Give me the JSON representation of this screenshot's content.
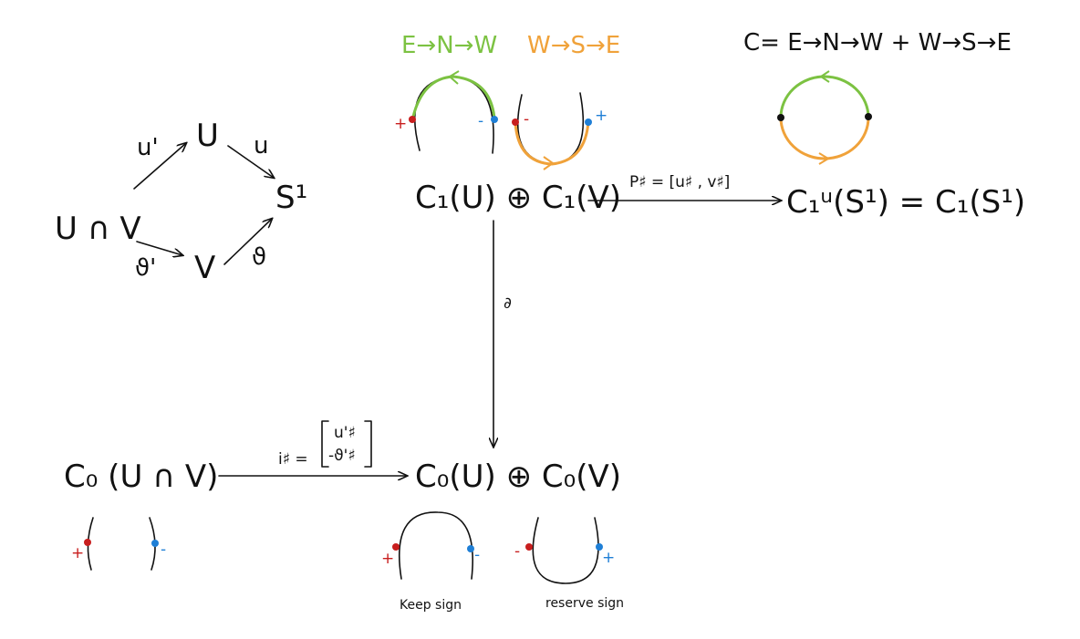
{
  "diagram": {
    "left": {
      "intersection": "U ∩ V",
      "U": "U",
      "V": "V",
      "circle": "S¹",
      "map_u_prime": "u'",
      "map_v_prime": "ϑ'",
      "map_u": "u",
      "map_v": "ϑ"
    },
    "top": {
      "legend_green": "E→N→W",
      "legend_orange": "W→S→E",
      "legend_cycle": "C= E→N→W + W→S→E",
      "c1_sum": "C₁(U) ⊕ C₁(V)",
      "push_label": "P♯ = [u♯ , v♯]",
      "target": "C₁ᵘ(S¹) = C₁(S¹)",
      "boundary": "∂"
    },
    "bottom": {
      "c0_intersection": "C₀ (U ∩ V)",
      "inclusion_label": "i♯ =",
      "inclusion_top": "u'♯",
      "inclusion_bottom": "-ϑ'♯",
      "c0_sum": "C₀(U) ⊕ C₀(V)",
      "keep_sign": "Keep sign",
      "reserve_sign": "reserve sign"
    },
    "signs": {
      "plus": "+",
      "minus": "-"
    }
  },
  "colors": {
    "green": "#7cc242",
    "orange": "#f0a23a",
    "red": "#c81e1e",
    "blue": "#1f7fd6",
    "ink": "#111111"
  }
}
